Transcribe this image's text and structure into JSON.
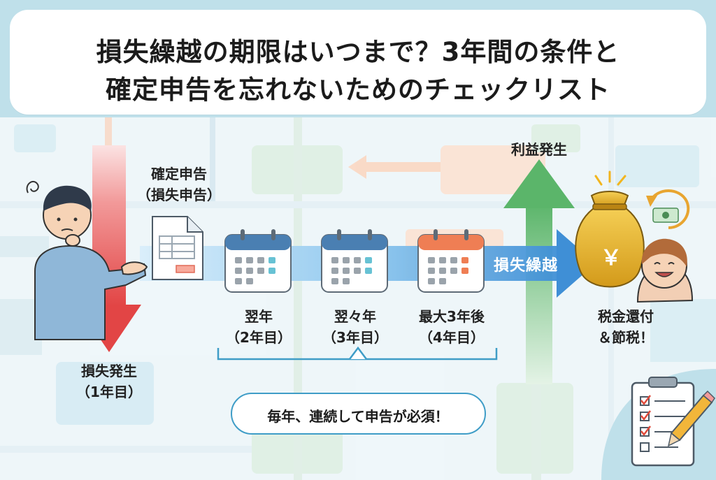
{
  "title": {
    "line1": "損失繰越の期限はいつまで？3年間の条件と",
    "line2": "確定申告を忘れないためのチェックリスト"
  },
  "steps": {
    "loss": {
      "line1": "損失発生",
      "line2": "（1年目）"
    },
    "filing": {
      "line1": "確定申告",
      "line2": "（損失申告）"
    },
    "year2": {
      "line1": "翌年",
      "line2": "（2年目）"
    },
    "year3": {
      "line1": "翌々年",
      "line2": "（3年目）"
    },
    "year4": {
      "line1": "最大3年後",
      "line2": "（4年目）"
    },
    "profit": {
      "label": "利益発生"
    },
    "refund": {
      "line1": "税金還付",
      "line2": "＆節税！"
    }
  },
  "carryover_label": "損失繰越",
  "note": "毎年、連続して申告が必須！",
  "yen_symbol": "￥",
  "colors": {
    "header_bg": "#bfe0ea",
    "arrow_blue": "#3f8fd6",
    "arrow_red": "#e24b4b",
    "arrow_green": "#5bb56a",
    "calendar_blue": "#4a7fb2",
    "calendar_orange": "#ef7e54",
    "bag_gold": "#e8b62c"
  }
}
